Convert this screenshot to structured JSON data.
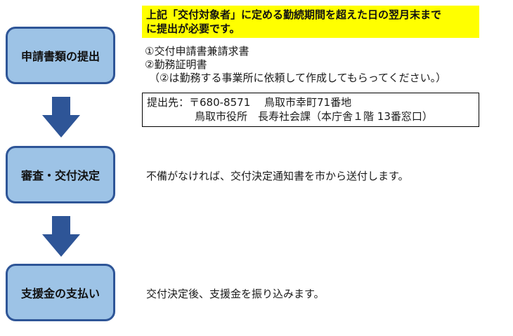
{
  "steps": [
    {
      "label": "申請書類の提出"
    },
    {
      "label": "審査・交付決定"
    },
    {
      "label": "支援金の支払い"
    }
  ],
  "notice": {
    "line1": "上記「交付対象者」に定める勤続期間を超えた日の翌月末まで",
    "line2": "に提出が必要です。"
  },
  "documents": {
    "item1": "①交付申請書兼請求書",
    "item2": "②勤務証明書",
    "item2_note": "（②は勤務する事業所に依頼して作成してもらってください。）"
  },
  "submission": {
    "label": "提出先：",
    "postal_address": "〒680-8571　 鳥取市幸町71番地",
    "office": "鳥取市役所　長寿社会課（本庁舎１階 13番窓口）"
  },
  "review_text": "不備がなければ、交付決定通知書を市から送付します。",
  "payment_text": "交付決定後、支援金を振り込みます。",
  "colors": {
    "step_fill": "#9dc3e6",
    "step_border": "#2e5597",
    "arrow": "#2e5597",
    "highlight": "#ffff00"
  }
}
